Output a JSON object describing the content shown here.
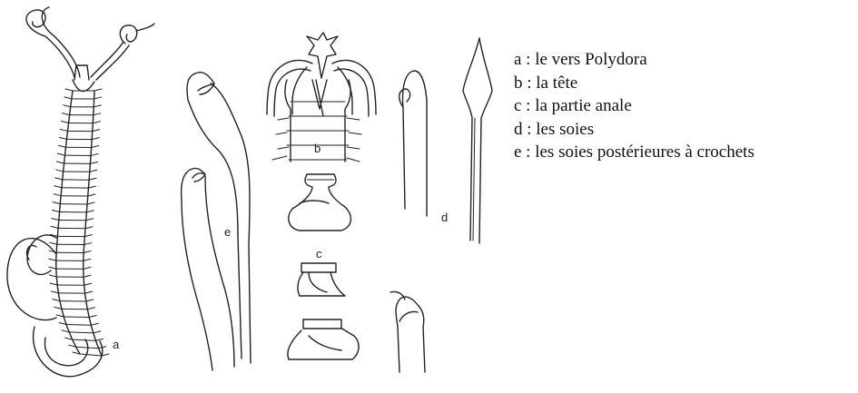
{
  "figure": {
    "letters": {
      "a": "a",
      "b": "b",
      "c": "c",
      "d": "d",
      "e": "e"
    }
  },
  "legend": {
    "items": [
      "a : le vers Polydora",
      "b : la tête",
      "c : la partie anale",
      "d : les soies",
      "e : les soies postérieures à crochets"
    ]
  }
}
